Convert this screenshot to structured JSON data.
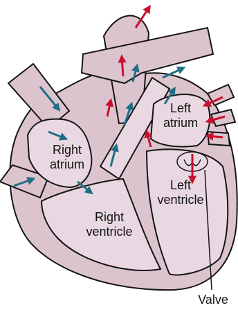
{
  "labels": {
    "right_atrium": [
      "Right",
      "atrium"
    ],
    "right_ventricle": [
      "Right",
      "ventricle"
    ],
    "left_atrium": [
      "Left",
      "atrium"
    ],
    "left_ventricle": [
      "Left",
      "ventricle"
    ],
    "valve": "Valve"
  },
  "colors": {
    "tissue": "#dcc4cf",
    "chamber": "#e9d8e1",
    "outline": "#141414",
    "deoxygenated_flow": "#1f6f86",
    "oxygenated_flow": "#c8102e"
  },
  "icons": {
    "blue_arrow": "deoxygenated-blood-flow-arrow",
    "red_arrow": "oxygenated-blood-flow-arrow"
  }
}
